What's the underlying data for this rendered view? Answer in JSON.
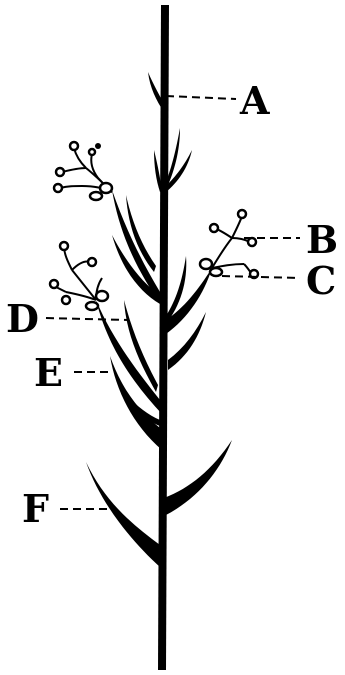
{
  "figure": {
    "callouts": [
      {
        "id": "a",
        "label": "A"
      },
      {
        "id": "b",
        "label": "B"
      },
      {
        "id": "c",
        "label": "C"
      },
      {
        "id": "d",
        "label": "D"
      },
      {
        "id": "e",
        "label": "E"
      },
      {
        "id": "f",
        "label": "F"
      }
    ],
    "ink_color": "#000000",
    "background_color": "#ffffff"
  }
}
